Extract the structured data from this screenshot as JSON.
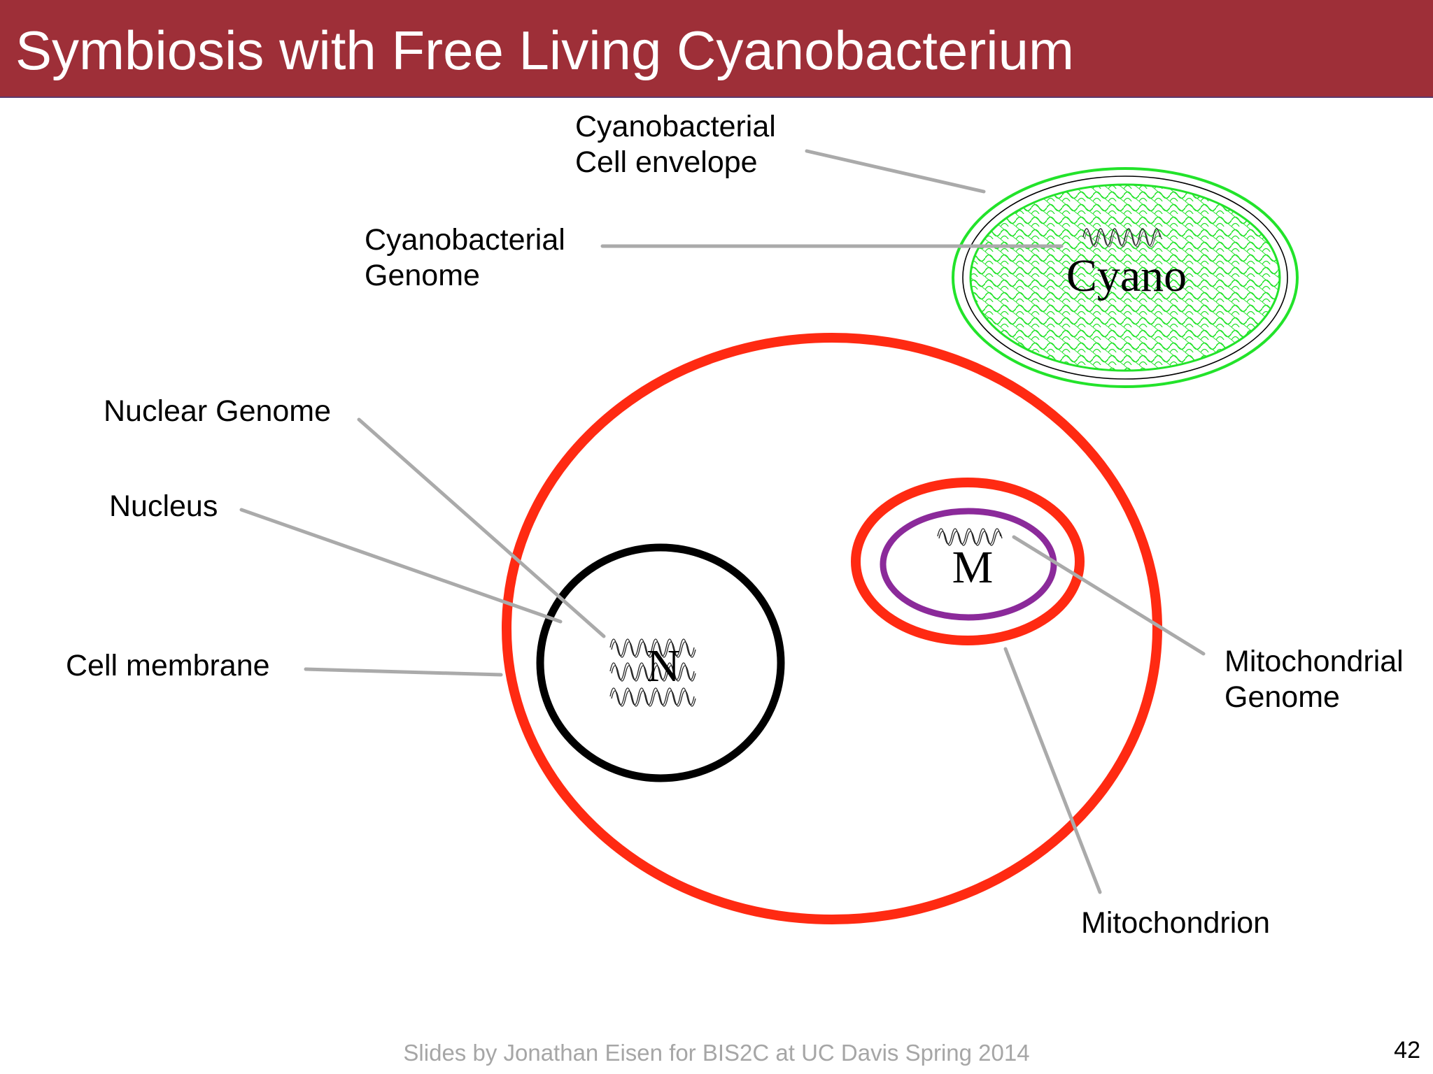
{
  "slide": {
    "title": "Symbiosis with Free Living Cyanobacterium",
    "footer": "Slides by Jonathan Eisen for BIS2C at UC Davis Spring 2014",
    "page_number": "42"
  },
  "labels": {
    "cyano_envelope": [
      "Cyanobacterial",
      "Cell envelope"
    ],
    "cyano_genome": [
      "Cyanobacterial",
      "Genome"
    ],
    "nuclear_genome": "Nuclear Genome",
    "nucleus": "Nucleus",
    "cell_membrane": "Cell membrane",
    "mito_genome": [
      "Mitochondrial",
      "Genome"
    ],
    "mitochondrion": "Mitochondrion"
  },
  "structure_letters": {
    "cyano": "Cyano",
    "mitochondrion": "M",
    "nucleus": "N"
  },
  "colors": {
    "title_bg": "#9e2f38",
    "cell_membrane": "#ff2a12",
    "mito_inner": "#8b2a9a",
    "cyano_envelope": "#22e32a",
    "nucleus": "#000000",
    "leader_lines": "#aaaaaa",
    "footer_text": "#a6a6a6"
  }
}
